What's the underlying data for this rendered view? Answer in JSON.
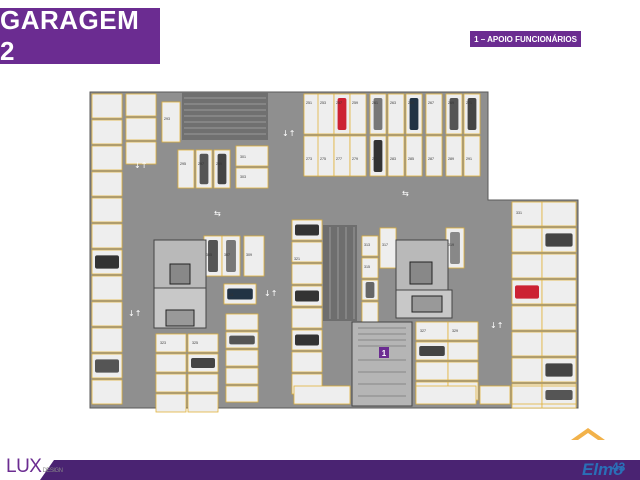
{
  "title": "GARAGEM 2",
  "legend": {
    "label": "1 – APOIO FUNCIONÁRIOS",
    "marker_number": "1",
    "color": "#6b2c91"
  },
  "footer": {
    "left_logo": "LUX",
    "left_logo_sub": "DESIGN",
    "right_logo": "Elmo",
    "right_logo_badge": "43",
    "bar_color": "#4a2372"
  },
  "colors": {
    "floor": "#8f8f8f",
    "spot": "#eeeeee",
    "spot_outline": "#e2b23a",
    "core": "#c8c8c8",
    "chevron": "#f2b24a"
  },
  "spot_numbers": [
    "251",
    "253",
    "257",
    "259",
    "261",
    "263",
    "265",
    "267",
    "269",
    "271",
    "273",
    "275",
    "277",
    "279",
    "281",
    "283",
    "285",
    "287",
    "289",
    "291",
    "293",
    "295",
    "297",
    "299",
    "301",
    "303",
    "305",
    "307",
    "309",
    "311",
    "313",
    "315",
    "317",
    "319",
    "321",
    "323",
    "325",
    "327",
    "329",
    "331"
  ]
}
